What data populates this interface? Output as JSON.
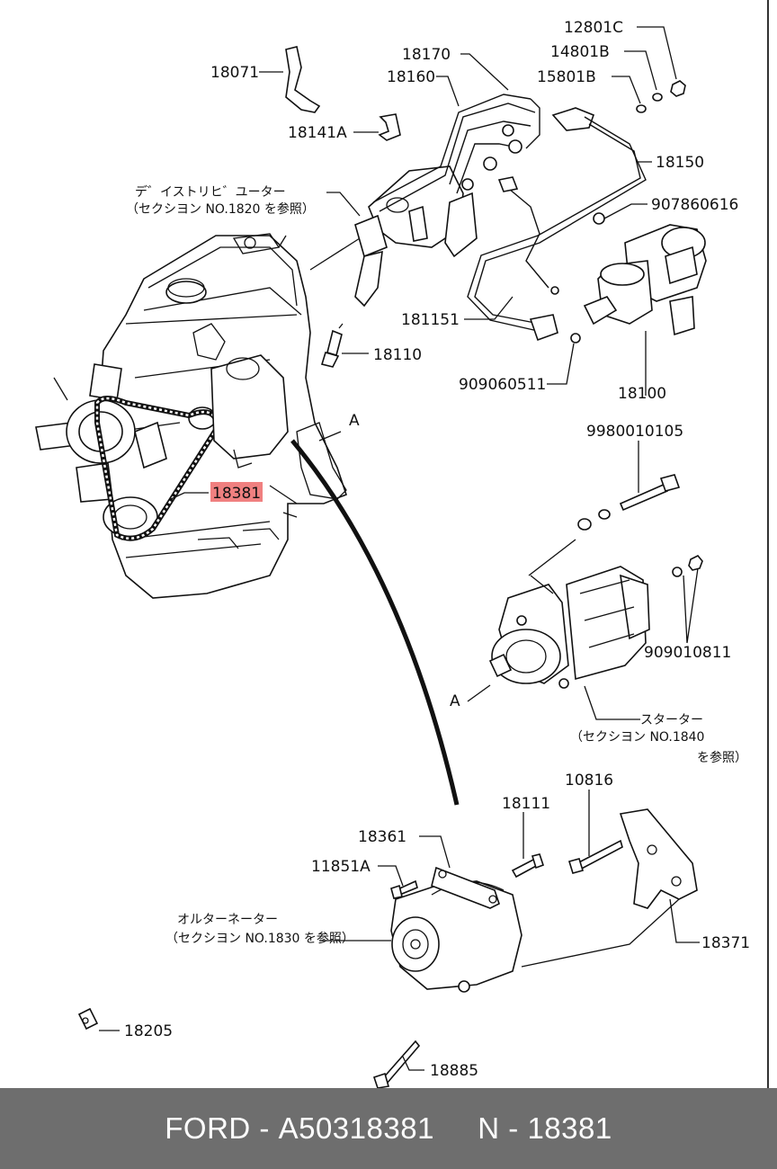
{
  "highlight_color": "#f08080",
  "labels": {
    "p12801C": "12801C",
    "p14801B": "14801B",
    "p15801B": "15801B",
    "p18170": "18170",
    "p18160": "18160",
    "p18071": "18071",
    "p18141A": "18141A",
    "p18150": "18150",
    "p907860616": "907860616",
    "p181151": "181151",
    "p18110": "18110",
    "p909060511": "909060511",
    "p18100": "18100",
    "p9980010105": "9980010105",
    "p18381": "18381",
    "p909010811": "909010811",
    "p18111": "18111",
    "p10816": "10816",
    "p18361": "18361",
    "p11851A": "11851A",
    "p18371": "18371",
    "p18205": "18205",
    "p18885": "18885",
    "refA1": "A",
    "refA2": "A"
  },
  "notes": {
    "distributor_line1": "デ゛イストリヒ゛ユーター",
    "distributor_line2": "（セクシヨン  NO.1820  を参照）",
    "starter_line1": "スターター",
    "starter_line2": "（セクシヨン  NO.1840",
    "starter_line3": "を参照）",
    "alternator_line1": "オルターネーター",
    "alternator_line2": "（セクシヨン  NO.1830  を参照）"
  },
  "footer": {
    "brand": "FORD",
    "sep1": " - ",
    "part_code": "A50318381",
    "gap": "     ",
    "prefix": "N",
    "sep2": " - ",
    "part_number": "18381"
  }
}
